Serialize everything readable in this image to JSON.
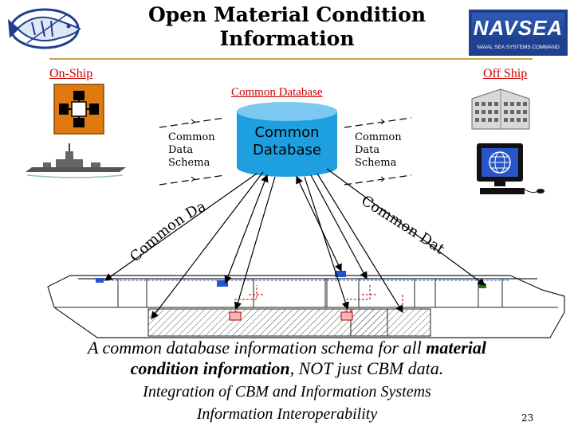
{
  "title": "Open Material Condition Information",
  "on_ship_label": "On-Ship",
  "off_ship_label": "Off Ship",
  "common_db_link": "Common Database",
  "cylinder_label": "Common Database",
  "schema_left": "Common Data Schema",
  "schema_right": "Common Data Schema",
  "curved_left": "Common Data Schema",
  "curved_right": "Common Data Schema",
  "caption_line1_pre": "A common database information schema for all ",
  "caption_line1_bold": "material",
  "caption_line2_bold": "condition information",
  "caption_line2_post": ", NOT just CBM data.",
  "caption_line3": "Integration of CBM and Information Systems",
  "caption_line4": "Information Interoperability",
  "page_number": "23",
  "logo_text": "NAVSEA",
  "logo_subtext": "NAVAL SEA SYSTEMS COMMAND",
  "colors": {
    "rule": "#c9a24a",
    "link_red": "#cc0000",
    "cylinder": "#1e9fe0",
    "navsea_blue": "#1f3f8f",
    "box_pink": "#f4b6b6"
  },
  "icons": [
    "fish-logo-icon",
    "navsea-logo-icon",
    "ship-systems-icon",
    "warship-icon",
    "office-building-icon",
    "computer-icon"
  ]
}
